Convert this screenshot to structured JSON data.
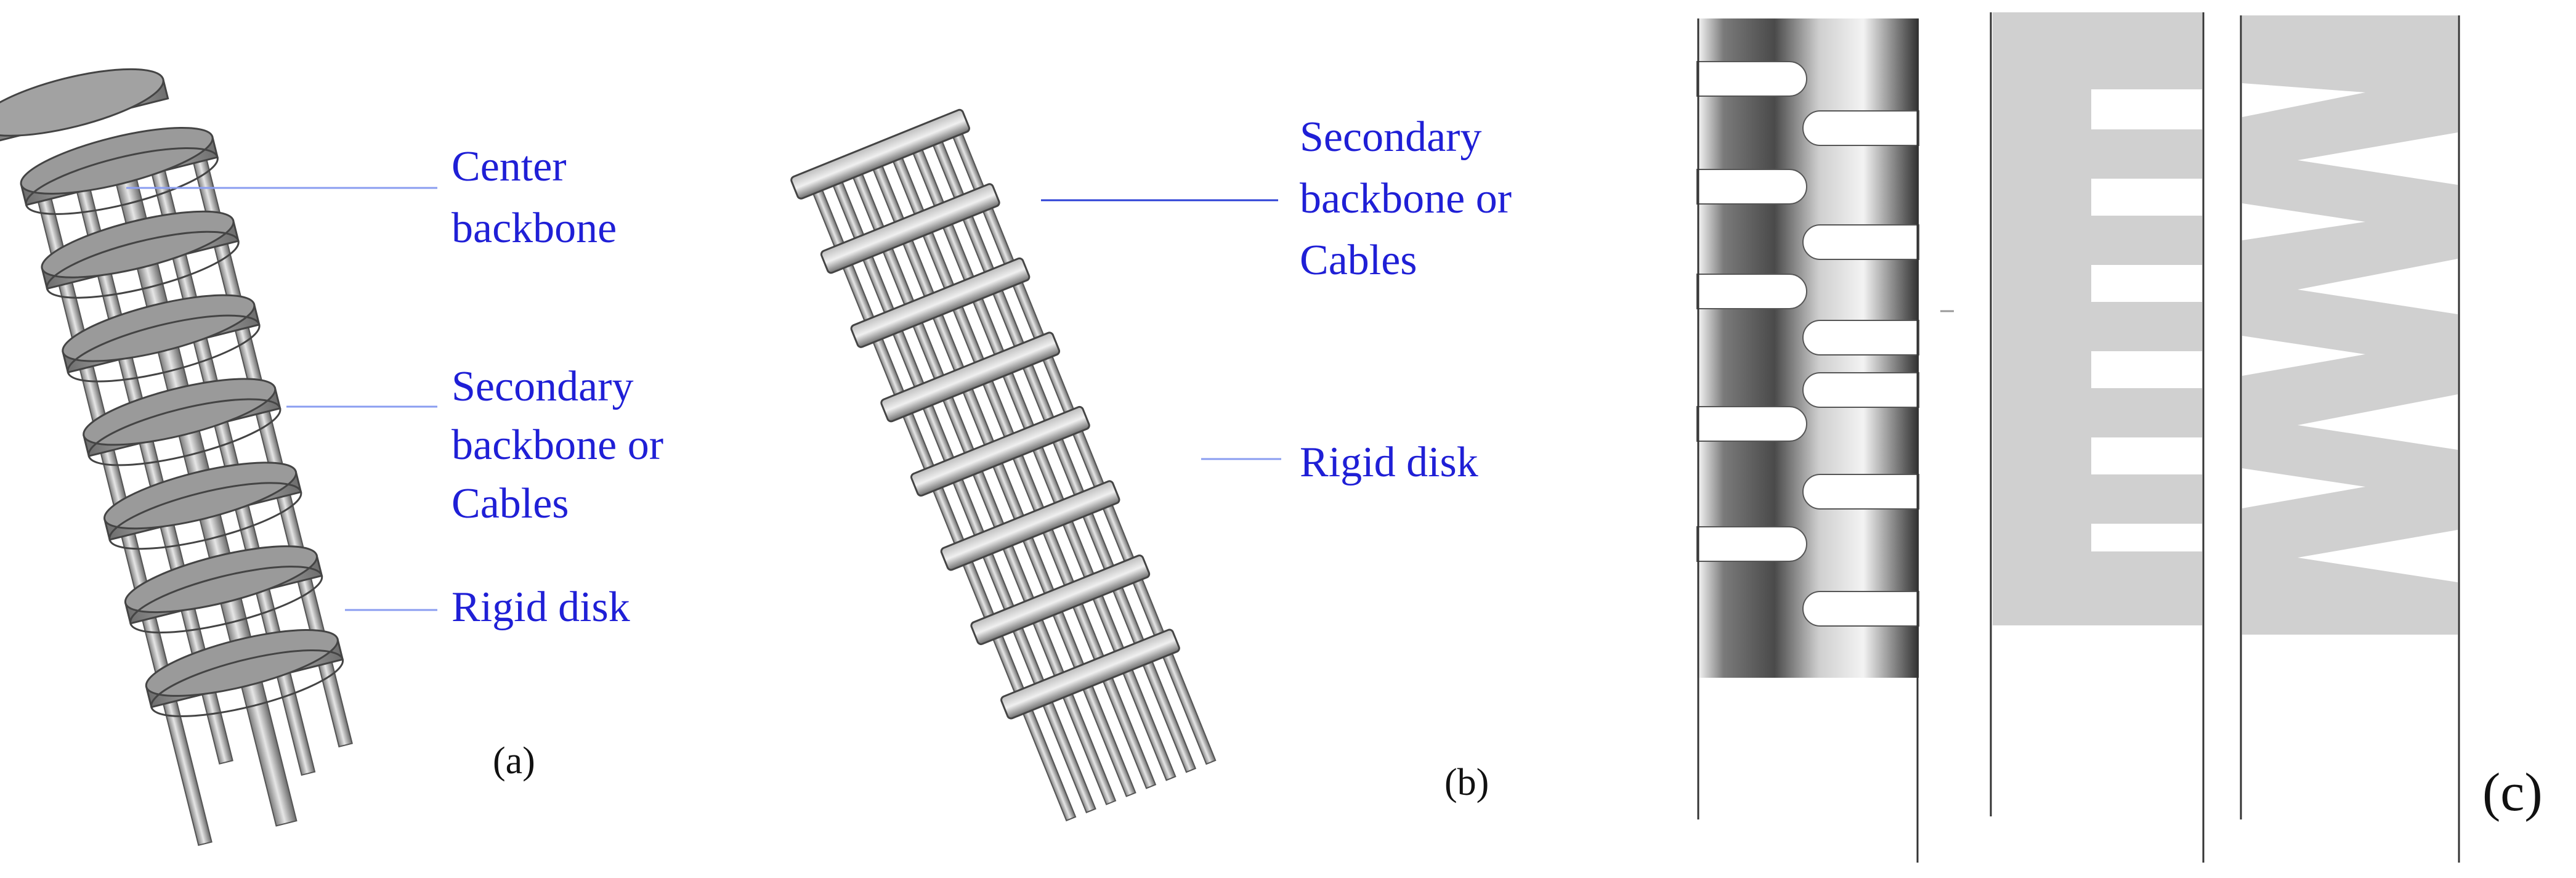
{
  "panel_a": {
    "caption": "(a)",
    "labels": {
      "center_backbone": [
        "Center",
        "backbone"
      ],
      "secondary_backbone": [
        "Secondary",
        "backbone or",
        "Cables"
      ],
      "rigid_disk": [
        "Rigid disk"
      ]
    }
  },
  "panel_b": {
    "caption": "(b)",
    "labels": {
      "secondary_backbone": [
        "Secondary",
        "backbone or",
        "Cables"
      ],
      "rigid_disk": [
        "Rigid disk"
      ]
    }
  },
  "panel_c": {
    "caption": "(c)"
  },
  "colors": {
    "label_text": "#1f1fd6",
    "disk_fill": "#9a9a9a",
    "rod_fill": "#b5b5b5",
    "pattern_fill": "#d0d0d0"
  }
}
